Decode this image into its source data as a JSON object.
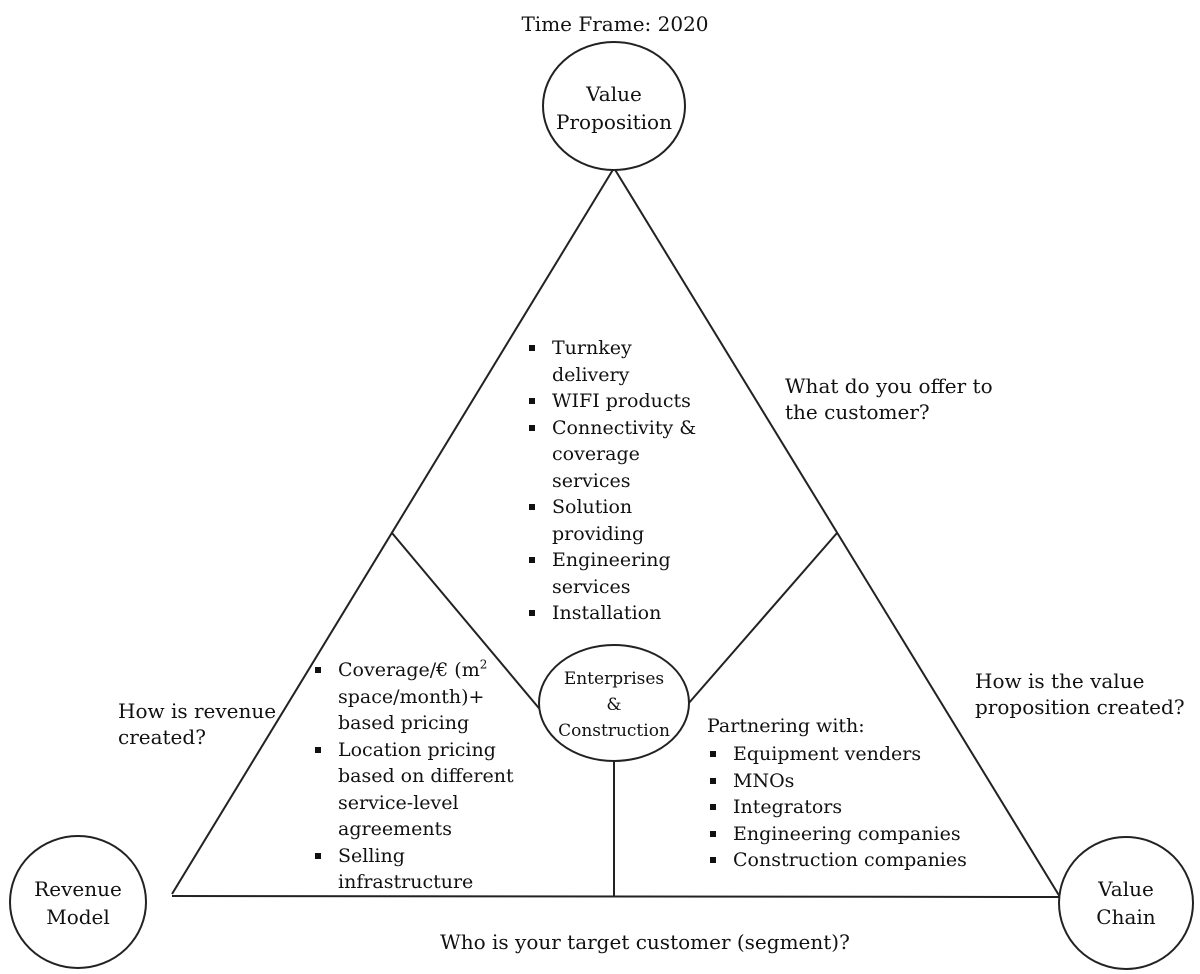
{
  "header": {
    "time_frame": "Time Frame: 2020"
  },
  "nodes": {
    "value_proposition": [
      "Value",
      "Proposition"
    ],
    "revenue_model": [
      "Revenue",
      "Model"
    ],
    "value_chain": [
      "Value",
      "Chain"
    ],
    "center": [
      "Enterprises",
      "&",
      "Construction"
    ]
  },
  "questions": {
    "offer": [
      "What do you offer to",
      "the customer?"
    ],
    "value_created": [
      "How is the value",
      "proposition created?"
    ],
    "revenue": [
      "How is revenue",
      "created?"
    ],
    "target": "Who is your target customer (segment)?"
  },
  "value_proposition_items": [
    [
      "Turnkey",
      "delivery"
    ],
    [
      "WIFI products"
    ],
    [
      "Connectivity &",
      "coverage",
      "services"
    ],
    [
      "Solution",
      "providing"
    ],
    [
      "Engineering",
      "services"
    ],
    [
      "Installation"
    ]
  ],
  "revenue_items": {
    "first": {
      "line1_pre": "Coverage/€ (m",
      "sup": "2",
      "line2": "space/month)+",
      "line3": "based pricing"
    },
    "rest": [
      [
        "Location pricing",
        "based on different",
        "service-level",
        "agreements"
      ],
      [
        "Selling",
        "infrastructure"
      ]
    ]
  },
  "value_chain": {
    "heading": "Partnering with:",
    "items": [
      "Equipment venders",
      "MNOs",
      "Integrators",
      "Engineering companies",
      "Construction companies"
    ]
  }
}
